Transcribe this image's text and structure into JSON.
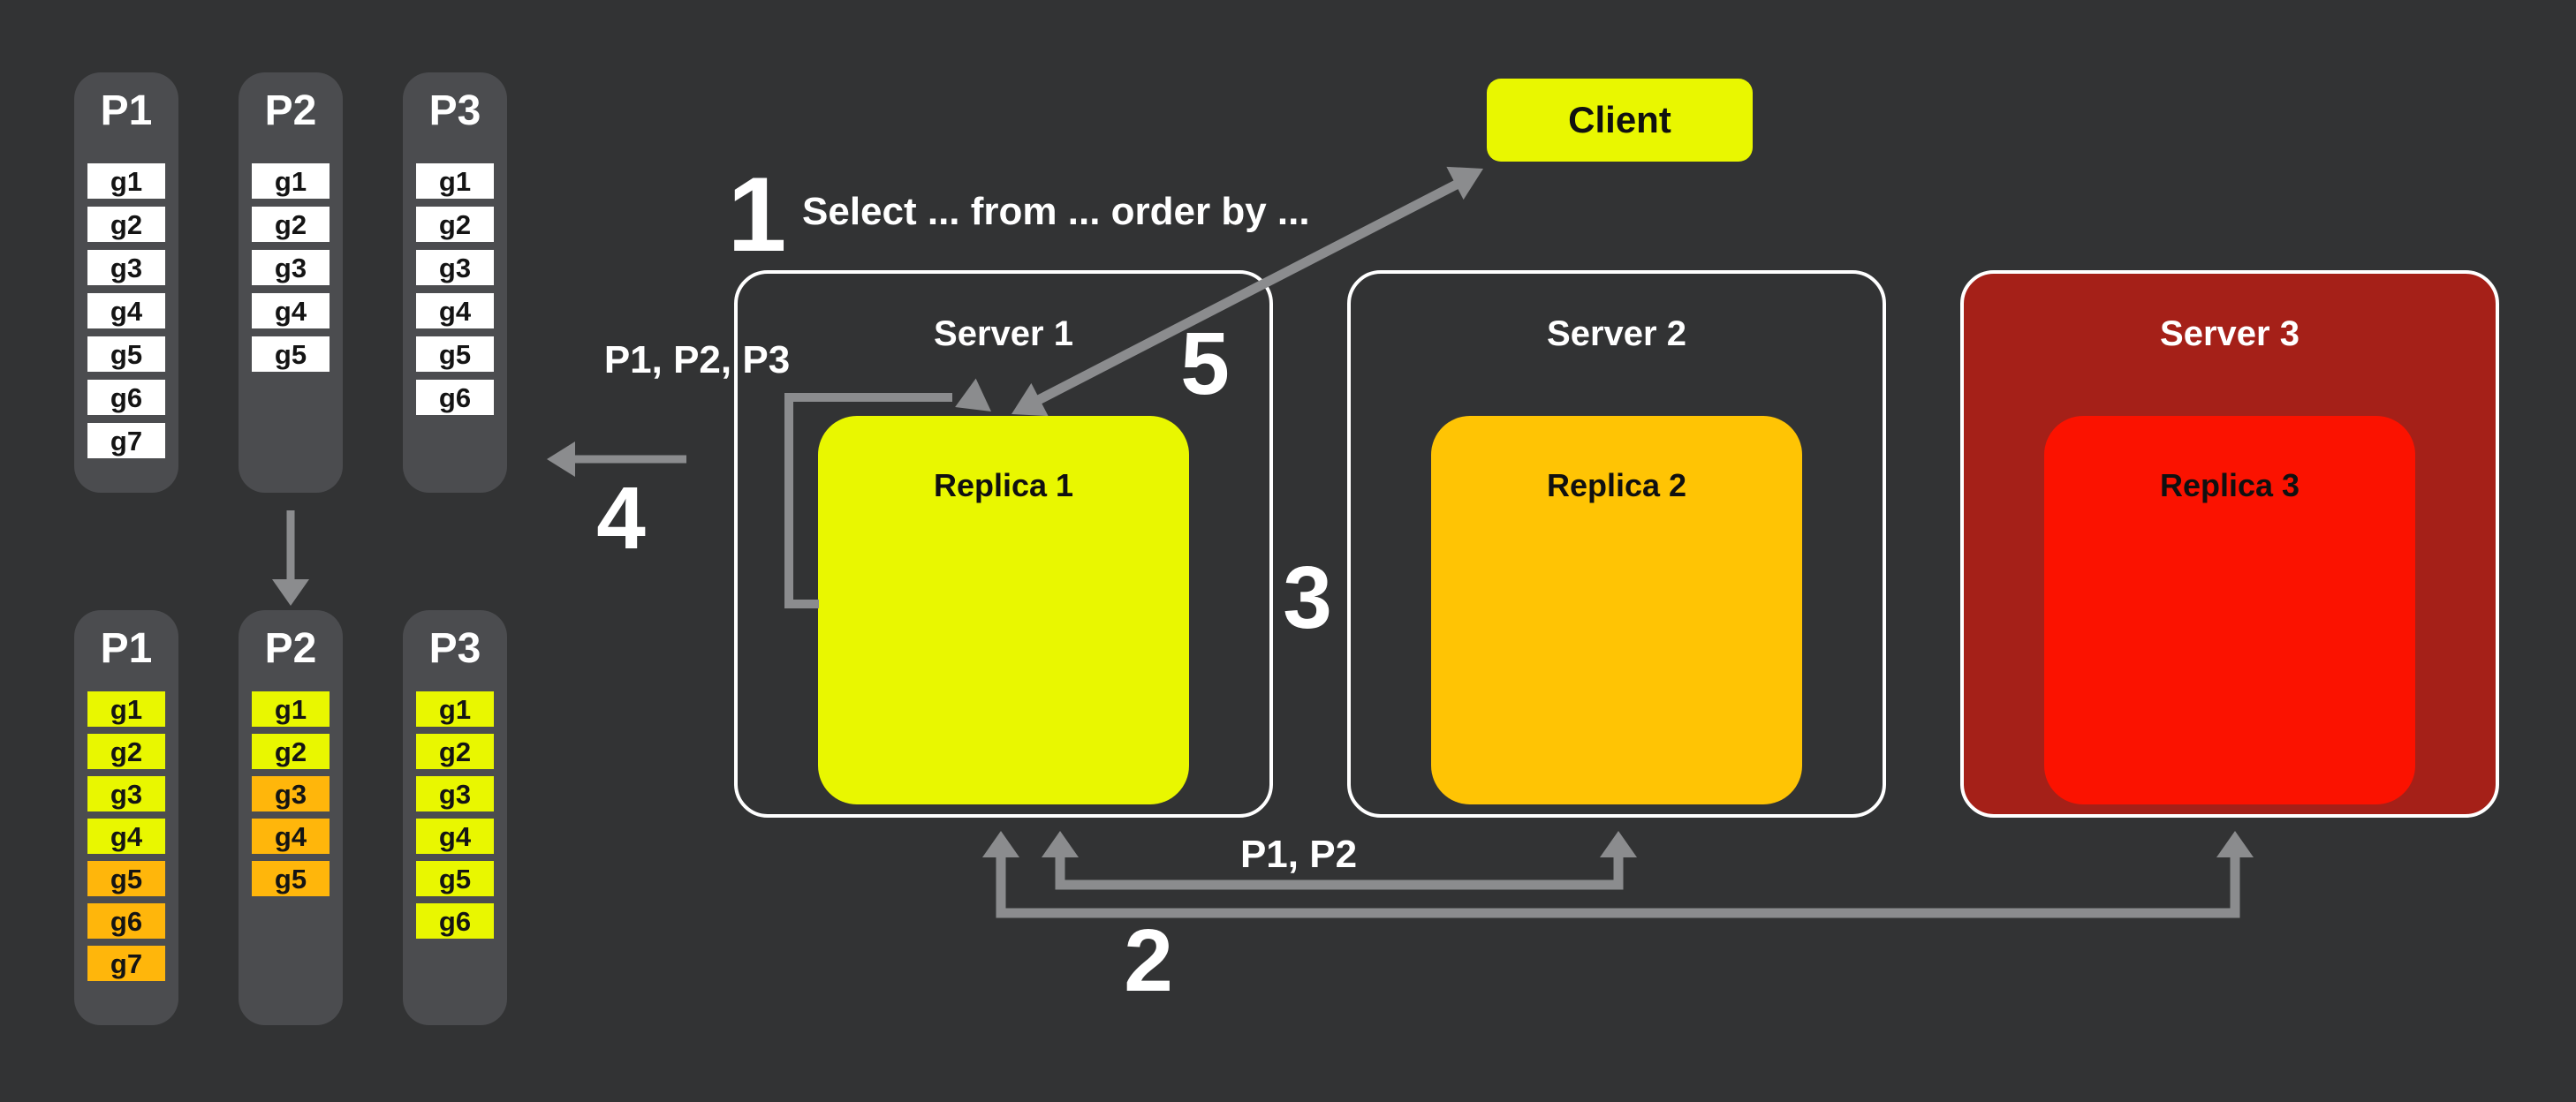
{
  "colors": {
    "background": "#323334",
    "panel_gray": "#4b4c4f",
    "arrow_gray": "#8b8c8e",
    "cell_white": "#ffffff",
    "cell_yellow": "#e9f700",
    "cell_orange": "#ffb60b",
    "client_yellow": "#e9f700",
    "replica2_amber": "#ffc404",
    "replica3_red": "#fb1200",
    "server3_dark_red": "#a52018",
    "server_border": "#ffffff"
  },
  "client": {
    "label": "Client"
  },
  "steps": {
    "query": "1",
    "scatter": "2",
    "gather": "3",
    "merge": "4",
    "respond": "5"
  },
  "query_text": "Select ... from ... order by ...",
  "loop_partitions_label": "P1, P2, P3",
  "sync_partitions_label": "P1, P2",
  "servers": [
    {
      "name": "Server 1",
      "replica": "Replica 1",
      "fill": "transparent",
      "replica_color": "#e9f700"
    },
    {
      "name": "Server 2",
      "replica": "Replica 2",
      "fill": "transparent",
      "replica_color": "#ffc404"
    },
    {
      "name": "Server 3",
      "replica": "Replica 3",
      "fill": "#a52018",
      "replica_color": "#fb1200"
    }
  ],
  "partitions_before": [
    {
      "title": "P1",
      "cells": [
        {
          "label": "g1",
          "color": "#ffffff"
        },
        {
          "label": "g2",
          "color": "#ffffff"
        },
        {
          "label": "g3",
          "color": "#ffffff"
        },
        {
          "label": "g4",
          "color": "#ffffff"
        },
        {
          "label": "g5",
          "color": "#ffffff"
        },
        {
          "label": "g6",
          "color": "#ffffff"
        },
        {
          "label": "g7",
          "color": "#ffffff"
        }
      ]
    },
    {
      "title": "P2",
      "cells": [
        {
          "label": "g1",
          "color": "#ffffff"
        },
        {
          "label": "g2",
          "color": "#ffffff"
        },
        {
          "label": "g3",
          "color": "#ffffff"
        },
        {
          "label": "g4",
          "color": "#ffffff"
        },
        {
          "label": "g5",
          "color": "#ffffff"
        }
      ]
    },
    {
      "title": "P3",
      "cells": [
        {
          "label": "g1",
          "color": "#ffffff"
        },
        {
          "label": "g2",
          "color": "#ffffff"
        },
        {
          "label": "g3",
          "color": "#ffffff"
        },
        {
          "label": "g4",
          "color": "#ffffff"
        },
        {
          "label": "g5",
          "color": "#ffffff"
        },
        {
          "label": "g6",
          "color": "#ffffff"
        }
      ]
    }
  ],
  "partitions_after": [
    {
      "title": "P1",
      "cells": [
        {
          "label": "g1",
          "color": "#e9f700"
        },
        {
          "label": "g2",
          "color": "#e9f700"
        },
        {
          "label": "g3",
          "color": "#e9f700"
        },
        {
          "label": "g4",
          "color": "#e9f700"
        },
        {
          "label": "g5",
          "color": "#ffb60b"
        },
        {
          "label": "g6",
          "color": "#ffb60b"
        },
        {
          "label": "g7",
          "color": "#ffb60b"
        }
      ]
    },
    {
      "title": "P2",
      "cells": [
        {
          "label": "g1",
          "color": "#e9f700"
        },
        {
          "label": "g2",
          "color": "#e9f700"
        },
        {
          "label": "g3",
          "color": "#ffb60b"
        },
        {
          "label": "g4",
          "color": "#ffb60b"
        },
        {
          "label": "g5",
          "color": "#ffb60b"
        }
      ]
    },
    {
      "title": "P3",
      "cells": [
        {
          "label": "g1",
          "color": "#e9f700"
        },
        {
          "label": "g2",
          "color": "#e9f700"
        },
        {
          "label": "g3",
          "color": "#e9f700"
        },
        {
          "label": "g4",
          "color": "#e9f700"
        },
        {
          "label": "g5",
          "color": "#e9f700"
        },
        {
          "label": "g6",
          "color": "#e9f700"
        }
      ]
    }
  ]
}
